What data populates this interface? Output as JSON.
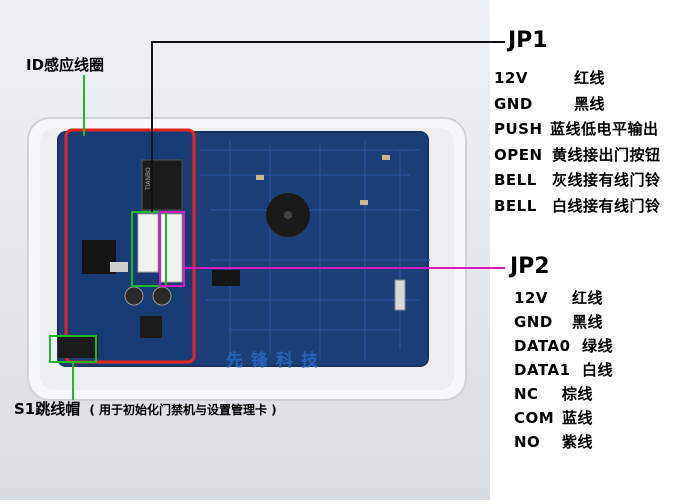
{
  "labels": {
    "coil": "ID感应线圈",
    "jumper": "S1跳线帽",
    "jumper_note": "( 用于初始化门禁机与设置管理卡 )",
    "watermark": "先锋科技"
  },
  "jp1": {
    "title": "JP1",
    "pins": [
      {
        "code": "12V",
        "desc": "红线"
      },
      {
        "code": "GND",
        "desc": "黑线"
      },
      {
        "code": "PUSH",
        "desc": "蓝线低电平输出"
      },
      {
        "code": "OPEN",
        "desc": "黄线接出门按钮"
      },
      {
        "code": "BELL",
        "desc": "灰线接有线门铃"
      },
      {
        "code": "BELL",
        "desc": "白线接有线门铃"
      }
    ]
  },
  "jp2": {
    "title": "JP2",
    "pins": [
      {
        "code": "12V",
        "desc": "红线"
      },
      {
        "code": "GND",
        "desc": "黑线"
      },
      {
        "code": "DATA0",
        "desc": "绿线"
      },
      {
        "code": "DATA1",
        "desc": "白线"
      },
      {
        "code": "NC",
        "desc": "棕线"
      },
      {
        "code": "COM",
        "desc": "蓝线"
      },
      {
        "code": "NO",
        "desc": "紫线"
      }
    ]
  },
  "colors": {
    "board": "#1d3f78",
    "coil_outline": "#e0281e",
    "highlight_green": "#1dbb2a",
    "highlight_magenta": "#d81bc0",
    "case": "#f4f5f6"
  }
}
